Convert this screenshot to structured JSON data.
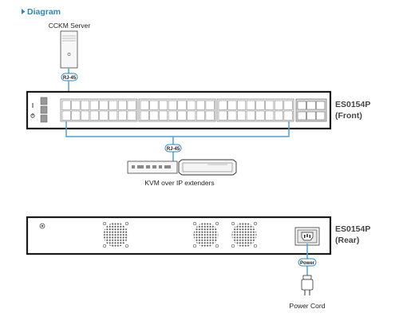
{
  "heading": "Diagram",
  "colors": {
    "accent": "#2e86c1",
    "cable": "#4aa3d8",
    "device": "#1a1a1a"
  },
  "labels": {
    "server": "CCKM Server",
    "rj45_top": "RJ-45",
    "rj45_mid": "RJ-45",
    "extenders": "KVM over IP extenders",
    "front_model": "ES0154P",
    "front_side": "(Front)",
    "rear_model": "ES0154P",
    "rear_side": "(Rear)",
    "power": "Power",
    "power_cord": "Power Cord"
  },
  "icons": [
    "triangle-right-icon",
    "server-tower-icon",
    "network-switch-icon",
    "kvm-extender-icon",
    "power-socket-icon",
    "power-plug-icon",
    "fan-grille-icon",
    "ground-screw-icon"
  ]
}
